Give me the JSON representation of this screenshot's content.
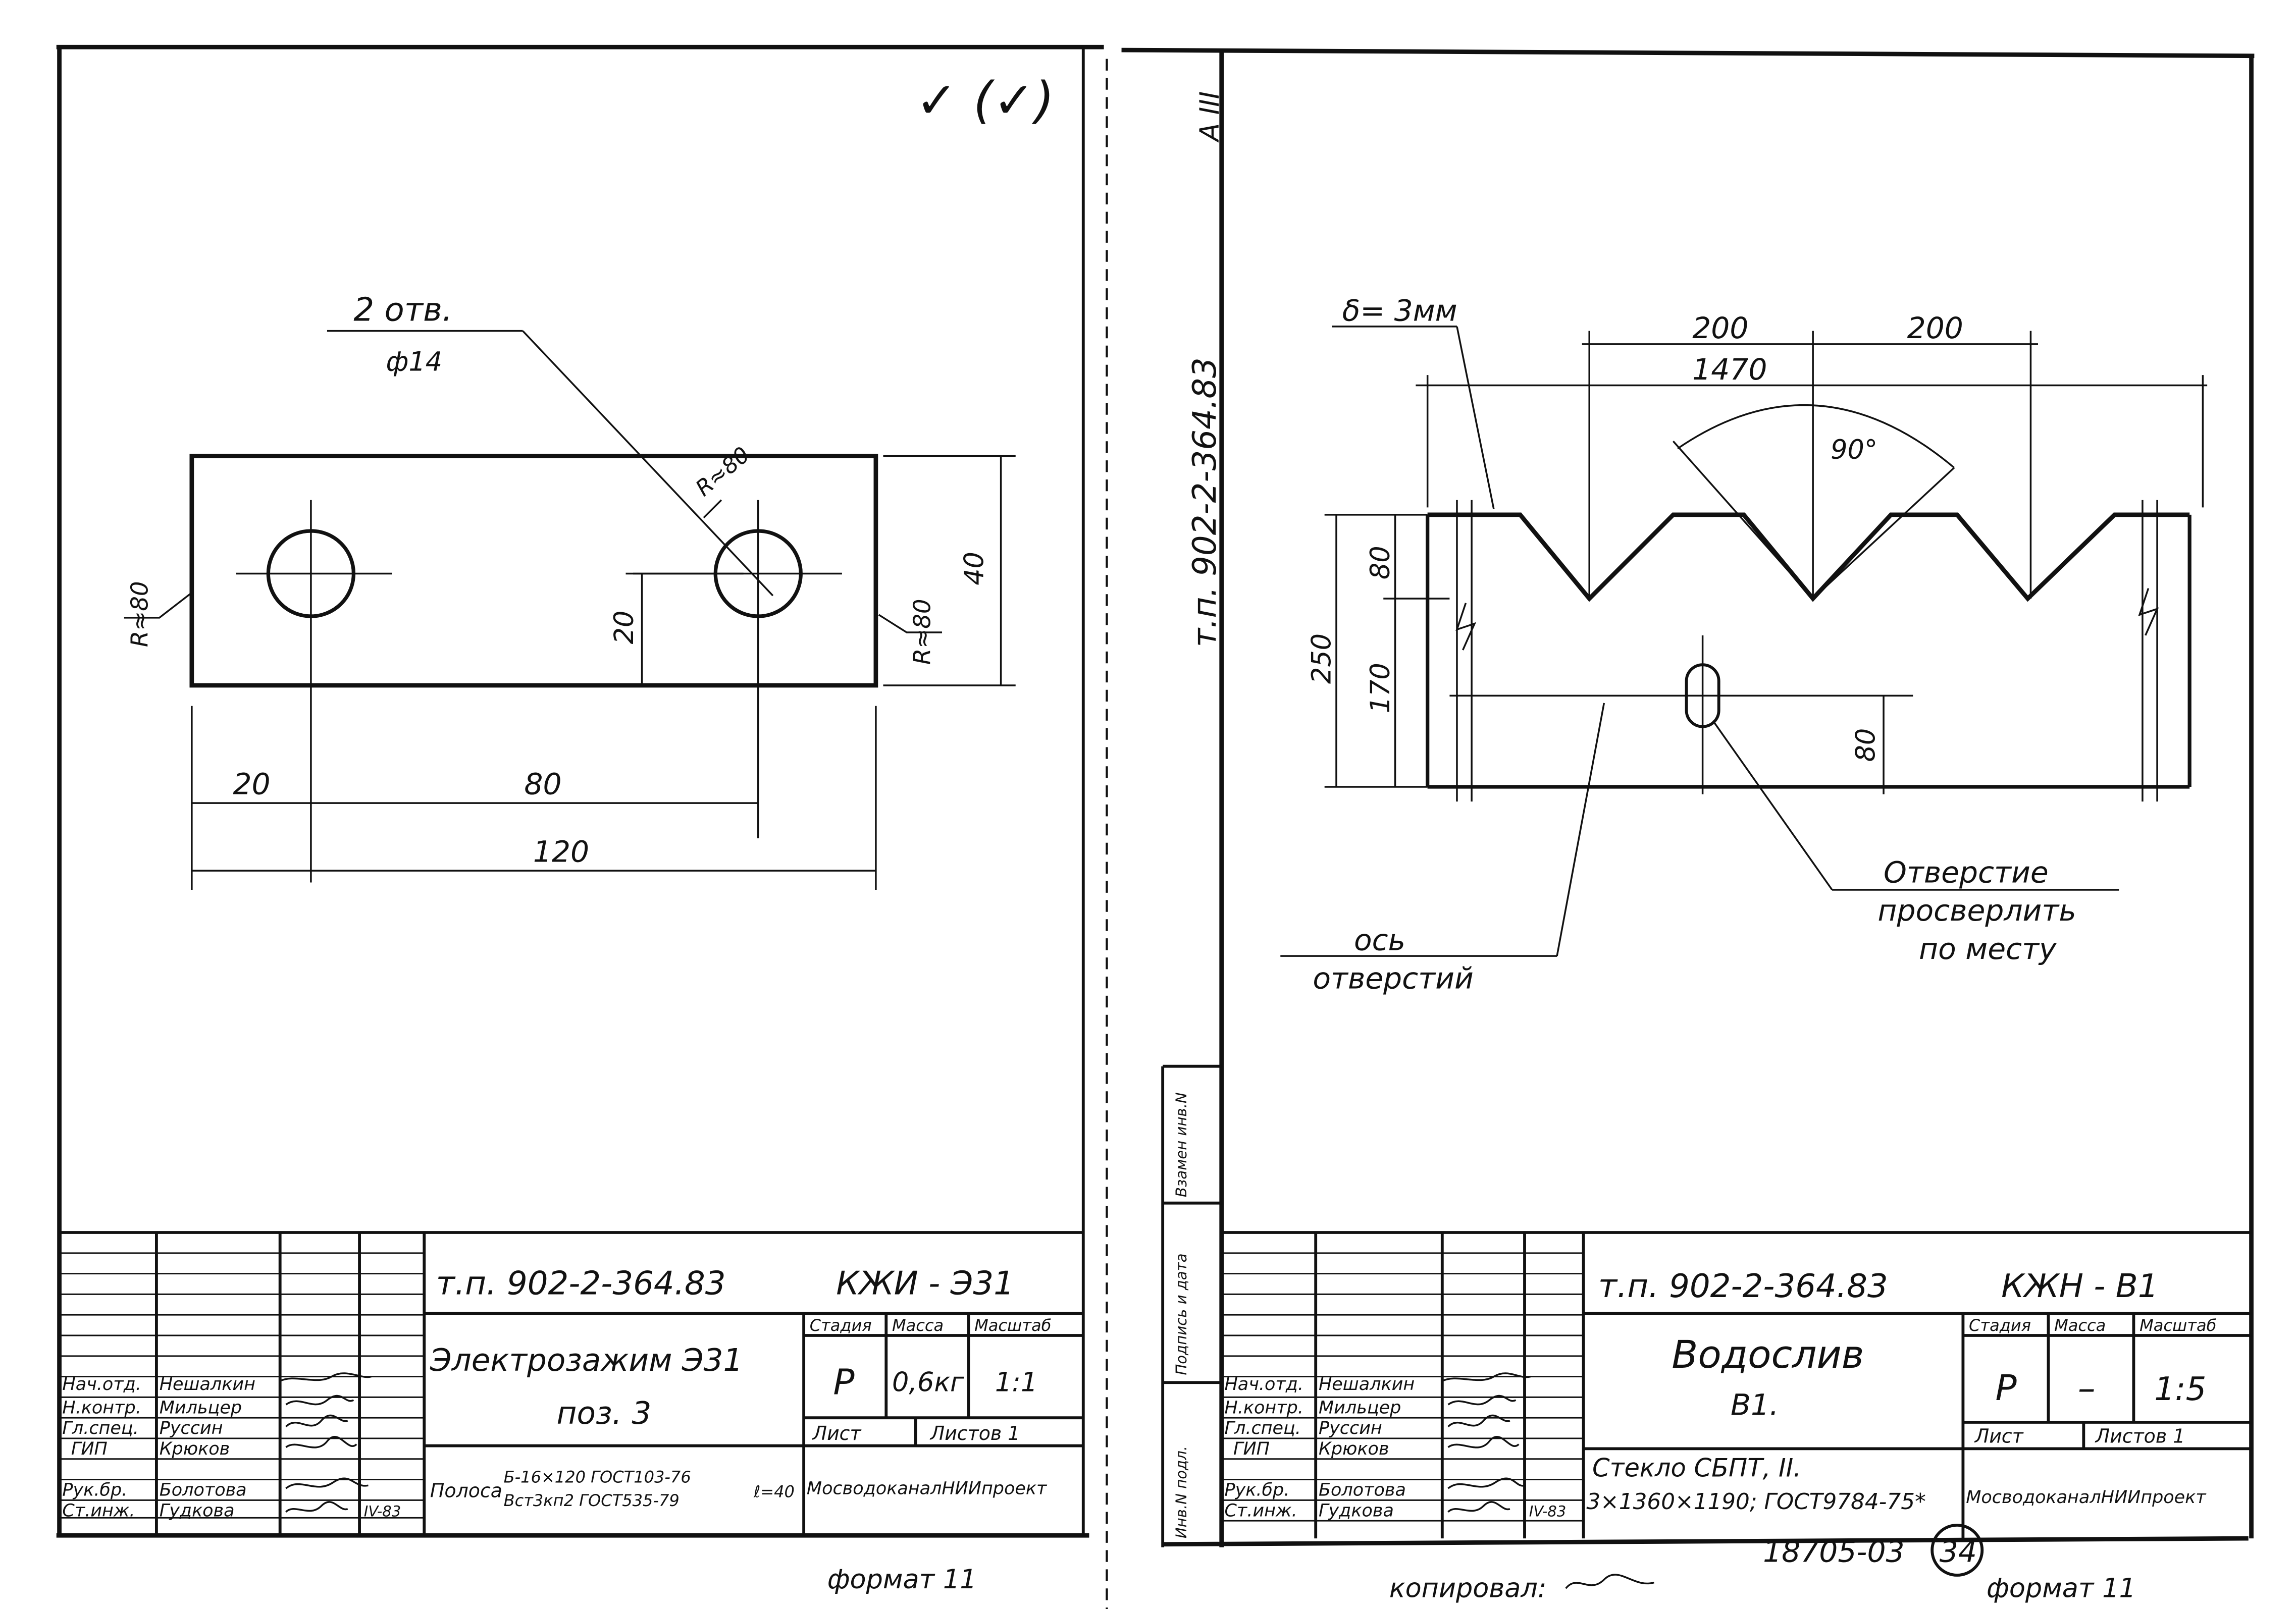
{
  "left_sheet": {
    "corner_mark": "✓ (✓)",
    "dimensions": {
      "holes_label": "2 отв.",
      "hole_dia": "ф14",
      "radius_hole": "R≈80",
      "radius_left": "R≈80",
      "radius_right": "R≈80",
      "height_40": "40",
      "dim_20_v": "20",
      "dim_20_h": "20",
      "dim_80": "80",
      "dim_120": "120"
    },
    "title_block": {
      "project": "т.п. 902-2-364.83",
      "sheet_code": "КЖИ - Э31",
      "name_line1": "Электрозажим  Э31",
      "name_line2": "поз. 3",
      "hdr_stage": "Стадия",
      "hdr_mass": "Масса",
      "hdr_scale": "Масштаб",
      "stage": "Р",
      "mass": "0,6кг",
      "scale": "1:1",
      "sheet_label": "Лист",
      "sheets_label": "Листов 1",
      "material_prefix": "Полоса",
      "material_top": "Б-16×120 ГОСТ103-76",
      "material_bottom": "Вст3кп2 ГОСТ535-79",
      "material_length": "ℓ=40",
      "org": "МосводоканалНИИпроект",
      "roles": [
        "Нач.отд.",
        "Н.контр.",
        "Гл.спец.",
        "ГИП",
        "Рук.бр.",
        "Ст.инж."
      ],
      "names": [
        "Нешалкин",
        "Мильцер",
        "Руссин",
        "Крюков",
        "Болотова",
        "Гудкова"
      ],
      "date": "IV-83"
    },
    "format_label": "формат 11"
  },
  "right_sheet": {
    "vertical_code": "т.п. 902-2-364.83",
    "corner_code": "А III",
    "side_labels": [
      "Инв.N подл.",
      "Подпись и дата",
      "Взамен инв.N"
    ],
    "dimensions": {
      "thickness": "δ= 3мм",
      "d200_1": "200",
      "d200_2": "200",
      "d1470": "1470",
      "angle": "90°",
      "d80_top": "80",
      "d250": "250",
      "d170": "170",
      "d80_right": "80"
    },
    "notes": {
      "hole_l1": "Отверстие",
      "hole_l2": "просверлить",
      "hole_l3": "по месту",
      "axis_l1": "ось",
      "axis_l2": "отверстий"
    },
    "title_block": {
      "project": "т.п. 902-2-364.83",
      "sheet_code": "КЖН - В1",
      "name_line1": "Водослив",
      "name_line2": "В1.",
      "hdr_stage": "Стадия",
      "hdr_mass": "Масса",
      "hdr_scale": "Масштаб",
      "stage": "Р",
      "mass": "–",
      "scale": "1:5",
      "sheet_label": "Лист",
      "sheets_label": "Листов 1",
      "material_line1": "Стекло   СБПТ, II.",
      "material_line2": "3×1360×1190; ГОСТ9784-75*",
      "org": "МосводоканалНИИпроект",
      "roles": [
        "Нач.отд.",
        "Н.контр.",
        "Гл.спец.",
        "ГИП",
        "Рук.бр.",
        "Ст.инж."
      ],
      "names": [
        "Нешалкин",
        "Мильцер",
        "Руссин",
        "Крюков",
        "Болотова",
        "Гудкова"
      ],
      "date": "IV-83"
    },
    "archive_no": "18705-03",
    "page_no": "34",
    "copied_label": "копировал: ",
    "format_label": "формат 11"
  }
}
